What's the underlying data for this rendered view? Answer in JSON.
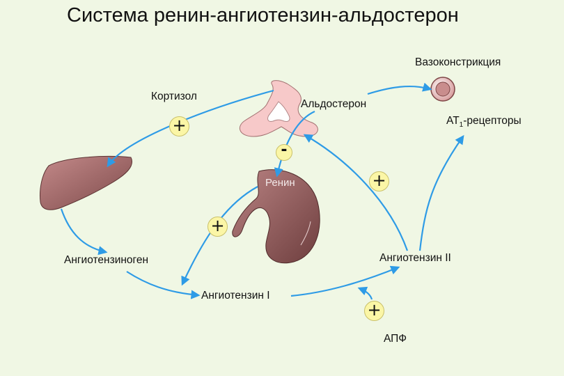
{
  "title": "Система ренин-ангиотензин-альдостерон",
  "labels": {
    "vasoconstriction": "Вазоконстрикция",
    "cortisol": "Кортизол",
    "aldosterone": "Альдостерон",
    "at1_prefix": "AT",
    "at1_sub": "1",
    "at1_suffix": "-рецепторы",
    "renin": "Ренин",
    "angiotensinogen": "Ангиотензиноген",
    "angiotensin_1": "Ангиотензин I",
    "angiotensin_2": "Ангиотензин II",
    "ace": "АПФ"
  },
  "signs": {
    "plus": "+",
    "minus": "-"
  },
  "colors": {
    "background": "#f0f7e4",
    "arrow": "#2e9be6",
    "sign_fill": "#fbf6a6",
    "adrenal_fill": "#f7c9c9",
    "organ_fill": "#a86e6e"
  }
}
